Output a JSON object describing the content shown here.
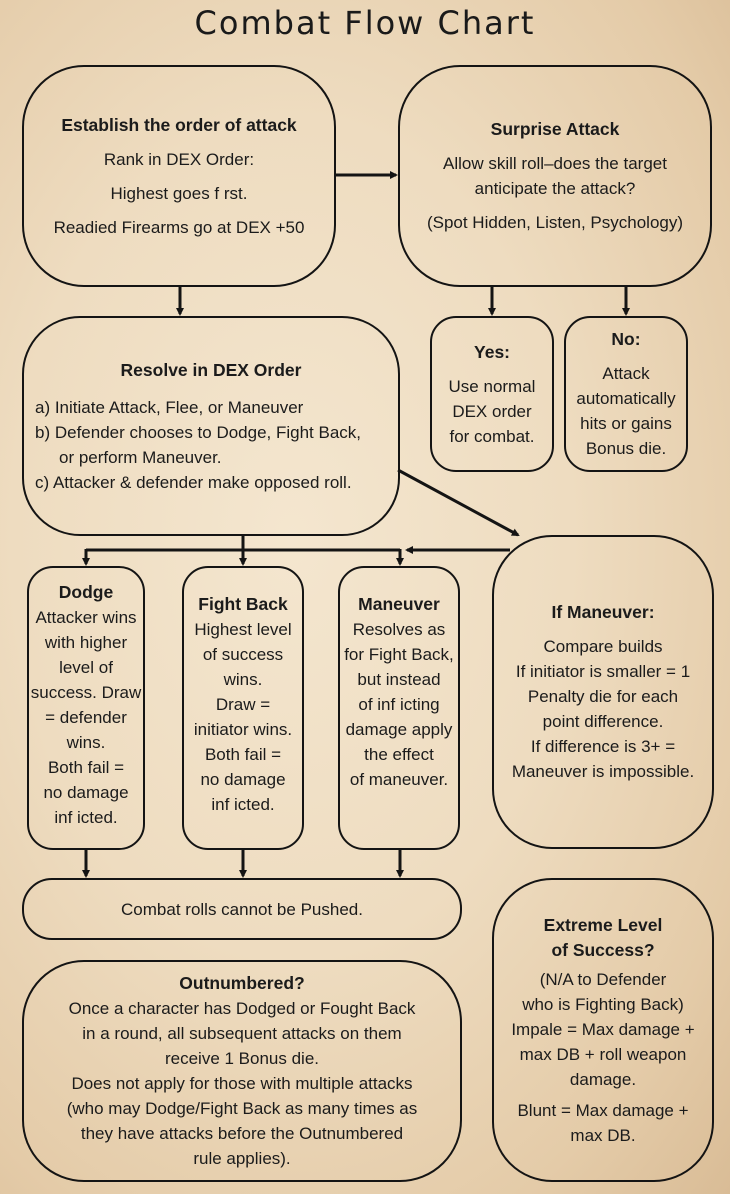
{
  "title": "Combat Flow Chart",
  "establish": {
    "heading": "Establish the order of attack",
    "line1": "Rank in DEX Order:",
    "line2": "Highest goes f rst.",
    "line3": "Readied Firearms go at DEX +50"
  },
  "surprise": {
    "heading": "Surprise Attack",
    "line1": "Allow skill roll–does the target",
    "line2": "anticipate the attack?",
    "line3": "(Spot Hidden, Listen, Psychology)"
  },
  "yes": {
    "heading": "Yes:",
    "line1": "Use normal",
    "line2": "DEX order",
    "line3": "for combat."
  },
  "no": {
    "heading": "No:",
    "line1": "Attack",
    "line2": "automatically",
    "line3": "hits or gains",
    "line4": "Bonus die."
  },
  "resolve": {
    "heading": "Resolve in DEX Order",
    "a": "a) Initiate Attack, Flee, or Maneuver",
    "b1": "b) Defender chooses to Dodge, Fight Back,",
    "b2": "or perform Maneuver.",
    "c": "c) Attacker & defender make opposed roll."
  },
  "dodge": {
    "heading": "Dodge",
    "lines": [
      "Attacker wins",
      "with higher",
      "level of",
      "success. Draw",
      "= defender",
      "wins.",
      "Both fail =",
      "no damage",
      "inf icted."
    ]
  },
  "fightback": {
    "heading": "Fight Back",
    "lines": [
      "Highest level",
      "of success",
      "wins.",
      "Draw =",
      "initiator wins.",
      "Both fail =",
      "no damage",
      "inf icted."
    ]
  },
  "maneuver": {
    "heading": "Maneuver",
    "lines": [
      "Resolves as",
      "for Fight Back,",
      "but instead",
      "of inf icting",
      "damage apply",
      "the effect",
      "of maneuver."
    ]
  },
  "ifmaneuver": {
    "heading": "If Maneuver:",
    "lines": [
      "Compare builds",
      "If initiator is smaller = 1",
      "Penalty die for each",
      "point difference.",
      "If difference is 3+ =",
      "Maneuver is impossible."
    ]
  },
  "pushed": {
    "text": "Combat rolls cannot be Pushed."
  },
  "outnumbered": {
    "heading": "Outnumbered?",
    "lines": [
      "Once a character has Dodged or Fought Back",
      "in a round, all subsequent attacks on them",
      "receive 1 Bonus die.",
      "Does not apply for those with multiple attacks",
      "(who may Dodge/Fight Back as many times as",
      "they have attacks before the Outnumbered",
      "rule applies)."
    ]
  },
  "extreme": {
    "heading1": "Extreme Level",
    "heading2": "of Success?",
    "lines": [
      "(N/A to Defender",
      "who is Fighting Back)",
      "Impale = Max damage +",
      "max DB + roll weapon",
      "damage."
    ],
    "blunt1": "Blunt = Max damage +",
    "blunt2": "max DB."
  }
}
